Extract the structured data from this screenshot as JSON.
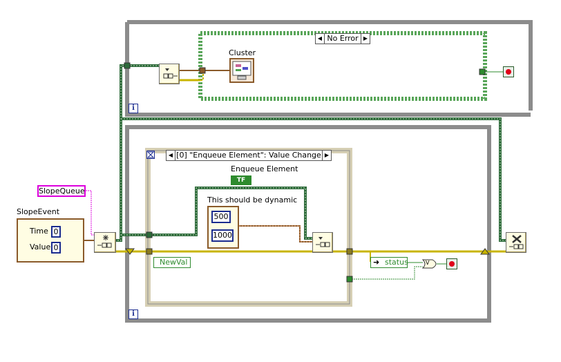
{
  "colors": {
    "structure_frame": "#8c8c8c",
    "case_frame_green": "#5aa65a",
    "case_frame_tan": "#d6cfb4",
    "wire_queue": "#2d6b3a",
    "wire_cluster": "#8a5a2a",
    "wire_error": "#c8b400",
    "wire_numeric": "#1a2b8f",
    "wire_bool": "#2e8b2e",
    "wire_refnum": "#dd00dd",
    "stop_red": "#e0001a",
    "index_blue": "#1a2b8f"
  },
  "top_loop": {
    "case_selector_label": "No Error",
    "cluster_label": "Cluster",
    "iteration_tag": "i",
    "dequeue_icon": "dequeue-element-icon",
    "stop_icon": "stop-icon"
  },
  "bottom_loop": {
    "event_selector_label": "[0] \"Enqueue Element\": Value Change",
    "enqueue_label": "Enqueue Element",
    "tf_constant": "TF",
    "dynamic_label": "This should be dynamic",
    "const_1": "500",
    "const_2": "1000",
    "newval_label": "NewVal",
    "status_label": "status",
    "or_label": "V",
    "iteration_tag": "i",
    "enqueue_icon": "enqueue-element-icon",
    "release_icon": "release-queue-icon"
  },
  "left": {
    "queue_label": "SlopeQueue",
    "event_label": "SlopeEvent",
    "time_label": "Time",
    "time_value": "0",
    "value_label": "Value",
    "value_value": "0",
    "obtain_icon": "obtain-queue-icon"
  }
}
